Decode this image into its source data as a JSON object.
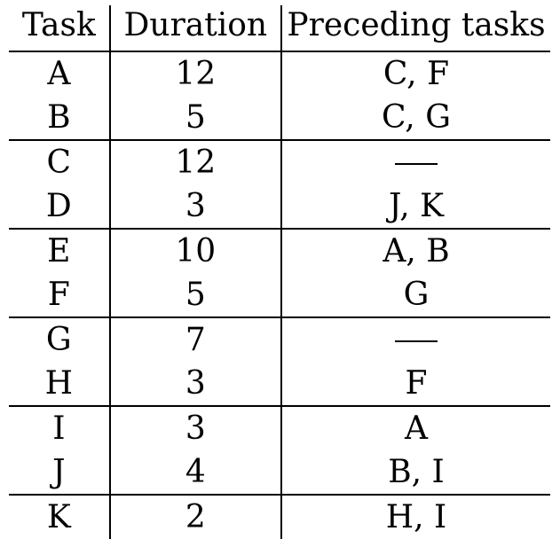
{
  "table": {
    "headers": [
      "Task",
      "Duration",
      "Preceding tasks"
    ],
    "groups": [
      [
        {
          "task": "A",
          "duration": "12",
          "preceding": "C, F"
        },
        {
          "task": "B",
          "duration": "5",
          "preceding": "C, G"
        }
      ],
      [
        {
          "task": "C",
          "duration": "12",
          "preceding": "—"
        },
        {
          "task": "D",
          "duration": "3",
          "preceding": "J, K"
        }
      ],
      [
        {
          "task": "E",
          "duration": "10",
          "preceding": "A, B"
        },
        {
          "task": "F",
          "duration": "5",
          "preceding": "G"
        }
      ],
      [
        {
          "task": "G",
          "duration": "7",
          "preceding": "—"
        },
        {
          "task": "H",
          "duration": "3",
          "preceding": "F"
        }
      ],
      [
        {
          "task": "I",
          "duration": "3",
          "preceding": "A"
        },
        {
          "task": "J",
          "duration": "4",
          "preceding": "B, I"
        }
      ],
      [
        {
          "task": "K",
          "duration": "2",
          "preceding": "H, I"
        }
      ]
    ]
  }
}
